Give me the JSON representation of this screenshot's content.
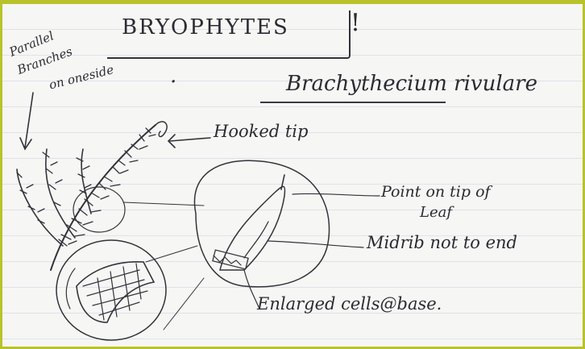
{
  "notes": {
    "title": "BRYOPHYTES",
    "title_mark": "!",
    "side_note_1": "Parallel",
    "side_note_2": "Branches",
    "side_note_3": "on oneside",
    "side_note_dot": ".",
    "species": "Brachythecium rivulare",
    "label_hooked_tip": "Hooked tip",
    "label_point": "Point on tip of",
    "label_leaf": "Leaf",
    "label_midrib": "Midrib not to end",
    "label_enlarged": "Enlarged cells@base."
  },
  "colors": {
    "border": "#b8c32a",
    "paper": "#f6f6f4",
    "ink": "#2b2b33",
    "rule": "#dfe2ea"
  }
}
